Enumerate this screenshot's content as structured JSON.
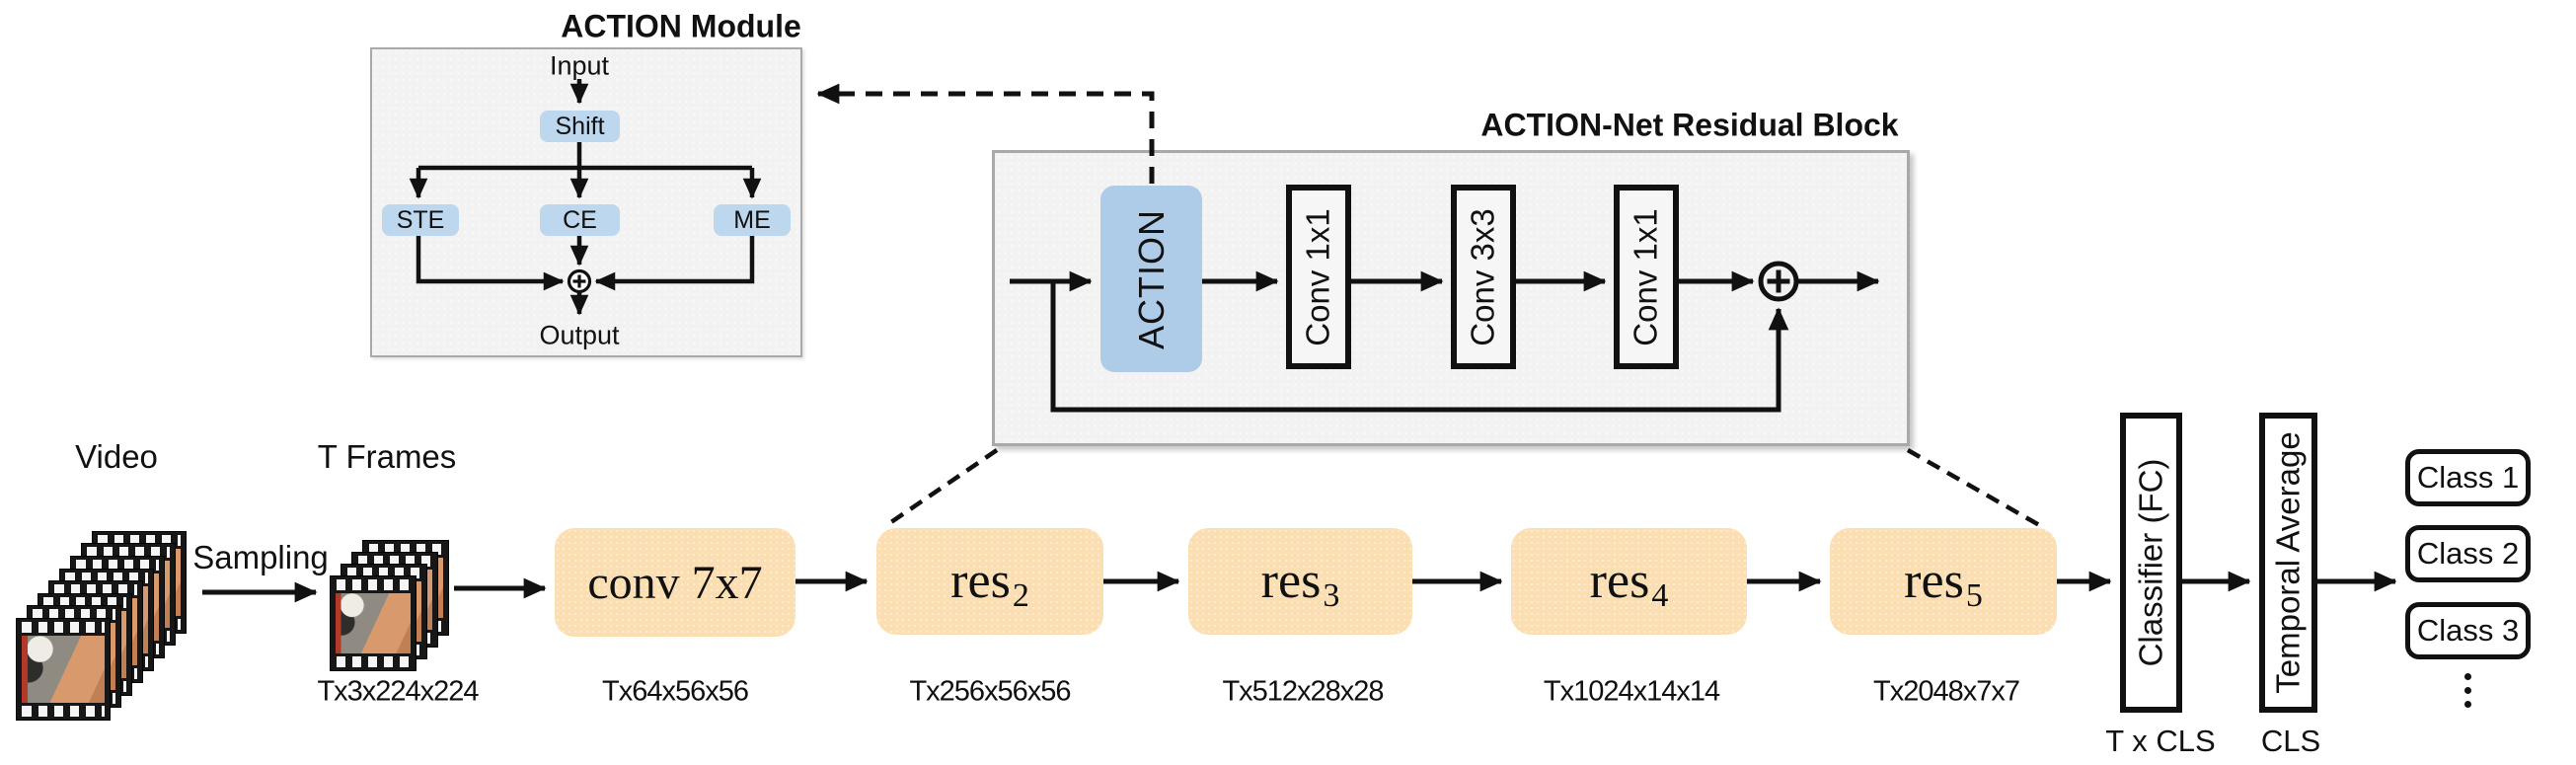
{
  "colors": {
    "stage_orange": "#fbdfb2",
    "module_blue": "#bdd7ee",
    "action_blue": "#aecce8",
    "panel_gray": "#f2f2f2",
    "line_black": "#111111"
  },
  "action_module": {
    "title": "ACTION Module",
    "input_label": "Input",
    "shift_label": "Shift",
    "ste_label": "STE",
    "ce_label": "CE",
    "me_label": "ME",
    "output_label": "Output"
  },
  "residual_block": {
    "title": "ACTION-Net Residual Block",
    "action_label": "ACTION",
    "conv1_label": "Conv 1x1",
    "conv2_label": "Conv 3x3",
    "conv3_label": "Conv 1x1"
  },
  "pipeline": {
    "video_label": "Video",
    "sampling_label": "Sampling",
    "tframes_label": "T Frames",
    "tframes_dim": "Tx3x224x224",
    "conv_stage": {
      "label": "conv 7x7",
      "dim": "Tx64x56x56"
    },
    "res_stages": [
      {
        "base": "res",
        "sub": "2",
        "dim": "Tx256x56x56"
      },
      {
        "base": "res",
        "sub": "3",
        "dim": "Tx512x28x28"
      },
      {
        "base": "res",
        "sub": "4",
        "dim": "Tx1024x14x14"
      },
      {
        "base": "res",
        "sub": "5",
        "dim": "Tx2048x7x7"
      }
    ]
  },
  "head": {
    "classifier_label": "Classifier (FC)",
    "classifier_dim": "T x CLS",
    "temporal_label": "Temporal Average",
    "temporal_dim": "CLS",
    "classes": [
      "Class 1",
      "Class 2",
      "Class 3"
    ]
  }
}
